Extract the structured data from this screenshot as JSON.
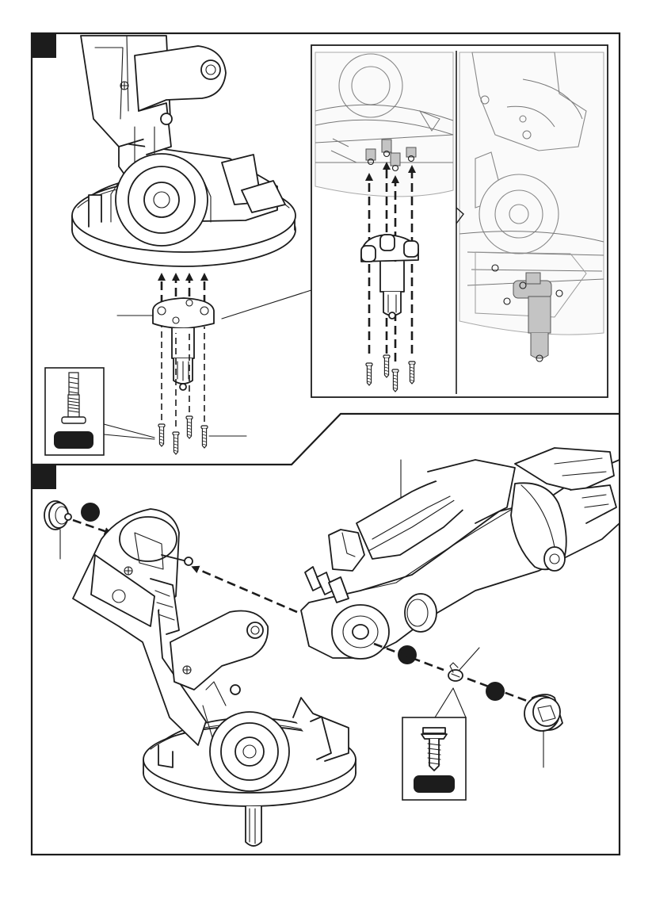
{
  "colors": {
    "line": "#1c1c1c",
    "background": "#ffffff",
    "highlight": "#c4c4c4",
    "marker": "#1c1c1c"
  },
  "steps": [
    {
      "marker": "black-square",
      "parts": [
        "housing-base",
        "drive-shaft-bracket",
        "screw-x4",
        "screw-detail-callout"
      ],
      "magnified_view": [
        "upper-base-closeup",
        "assembled-closeup"
      ]
    },
    {
      "marker": "black-square",
      "parts": [
        "end-cap-left",
        "pivot-arm-assembly",
        "motor-housing",
        "screw",
        "end-cap-right",
        "screw-detail-callout"
      ],
      "order_markers": 3
    }
  ]
}
